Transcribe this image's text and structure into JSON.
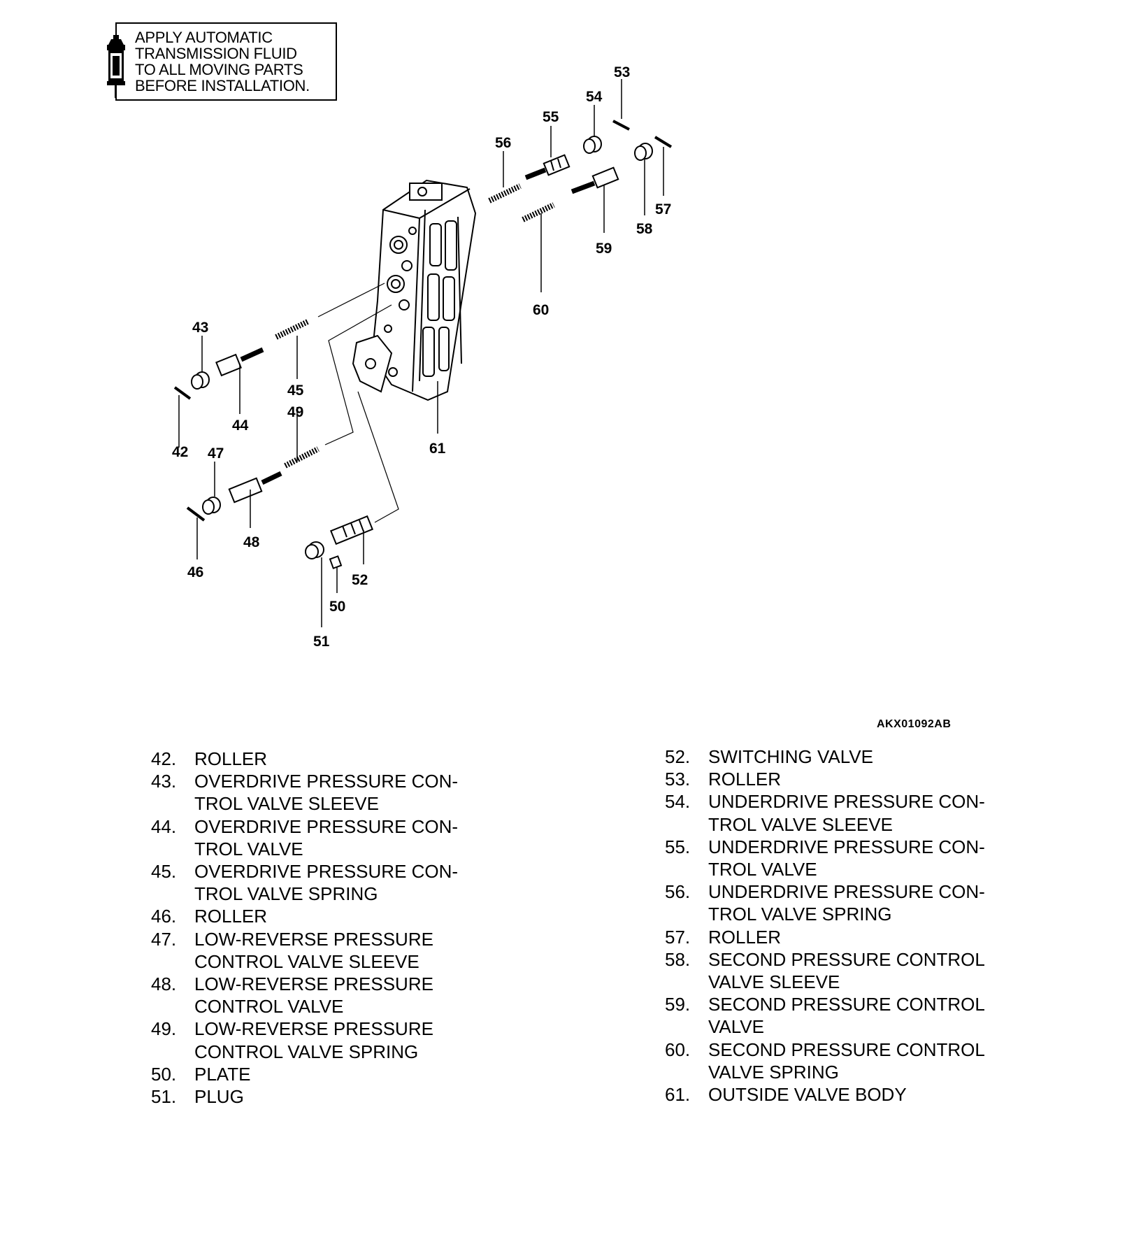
{
  "notice": {
    "icon": "fluid-bottle-icon",
    "lines": [
      "APPLY AUTOMATIC",
      "TRANSMISSION FLUID",
      "TO ALL MOVING PARTS",
      "BEFORE INSTALLATION."
    ]
  },
  "figure_code": "AKX01092AB",
  "callouts": [
    "42",
    "43",
    "44",
    "45",
    "46",
    "47",
    "48",
    "49",
    "50",
    "51",
    "52",
    "53",
    "54",
    "55",
    "56",
    "57",
    "58",
    "59",
    "60",
    "61"
  ],
  "legend_left": [
    {
      "num": "42.",
      "lines": [
        "ROLLER"
      ]
    },
    {
      "num": "43.",
      "lines": [
        "OVERDRIVE PRESSURE CON-",
        "TROL VALVE SLEEVE"
      ]
    },
    {
      "num": "44.",
      "lines": [
        "OVERDRIVE PRESSURE CON-",
        "TROL VALVE"
      ]
    },
    {
      "num": "45.",
      "lines": [
        "OVERDRIVE PRESSURE CON-",
        "TROL VALVE SPRING"
      ]
    },
    {
      "num": "46.",
      "lines": [
        "ROLLER"
      ]
    },
    {
      "num": "47.",
      "lines": [
        "LOW-REVERSE PRESSURE",
        "CONTROL VALVE SLEEVE"
      ]
    },
    {
      "num": "48.",
      "lines": [
        "LOW-REVERSE PRESSURE",
        "CONTROL VALVE"
      ]
    },
    {
      "num": "49.",
      "lines": [
        "LOW-REVERSE PRESSURE",
        "CONTROL VALVE SPRING"
      ]
    },
    {
      "num": "50.",
      "lines": [
        "PLATE"
      ]
    },
    {
      "num": "51.",
      "lines": [
        "PLUG"
      ]
    }
  ],
  "legend_right": [
    {
      "num": "52.",
      "lines": [
        "SWITCHING VALVE"
      ]
    },
    {
      "num": "53.",
      "lines": [
        "ROLLER"
      ]
    },
    {
      "num": "54.",
      "lines": [
        "UNDERDRIVE PRESSURE CON-",
        "TROL VALVE SLEEVE"
      ]
    },
    {
      "num": "55.",
      "lines": [
        "UNDERDRIVE PRESSURE CON-",
        "TROL VALVE"
      ]
    },
    {
      "num": "56.",
      "lines": [
        "UNDERDRIVE PRESSURE CON-",
        "TROL VALVE SPRING"
      ]
    },
    {
      "num": "57.",
      "lines": [
        "ROLLER"
      ]
    },
    {
      "num": "58.",
      "lines": [
        "SECOND PRESSURE CONTROL",
        "VALVE SLEEVE"
      ]
    },
    {
      "num": "59.",
      "lines": [
        "SECOND PRESSURE CONTROL",
        "VALVE"
      ]
    },
    {
      "num": "60.",
      "lines": [
        "SECOND PRESSURE CONTROL",
        "VALVE SPRING"
      ]
    },
    {
      "num": "61.",
      "lines": [
        "OUTSIDE VALVE BODY"
      ]
    }
  ]
}
